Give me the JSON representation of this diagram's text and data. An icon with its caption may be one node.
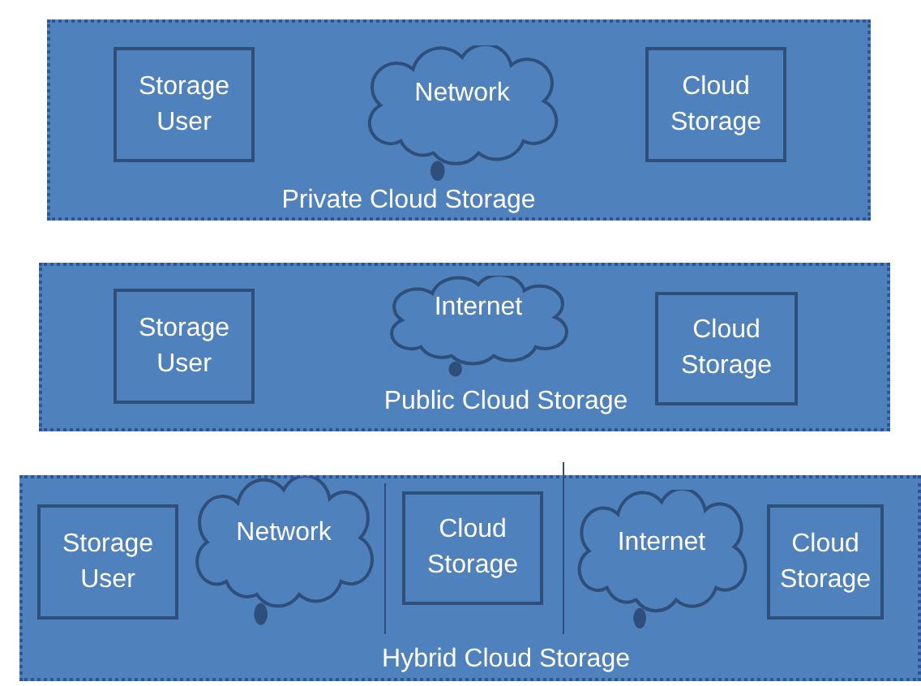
{
  "diagram": {
    "nodes": [
      {
        "text": [
          "Private Cloud Storage"
        ]
      },
      {
        "text": [
          "Storage User"
        ],
        "in": 0
      },
      {
        "text": [
          "Network"
        ],
        "in": 0
      },
      {
        "text": [
          "Cloud Storage"
        ],
        "in": 0
      },
      {
        "text": [
          "Public Cloud Storage"
        ]
      },
      {
        "text": [
          "Storage User"
        ],
        "in": 4
      },
      {
        "text": [
          "Internet"
        ],
        "in": 4
      },
      {
        "text": [
          "Cloud Storage"
        ],
        "in": 4
      },
      {
        "text": [
          "Hybrid Cloud Storage"
        ]
      },
      {
        "text": [
          "Storage User"
        ],
        "in": 8
      },
      {
        "text": [
          "Network"
        ],
        "in": 8
      },
      {
        "text": [
          "Cloud Storage"
        ],
        "in": 8
      },
      {
        "text": [
          "Internet"
        ],
        "in": 8
      },
      {
        "text": [
          "Cloud Storage"
        ],
        "in": 8
      }
    ]
  }
}
